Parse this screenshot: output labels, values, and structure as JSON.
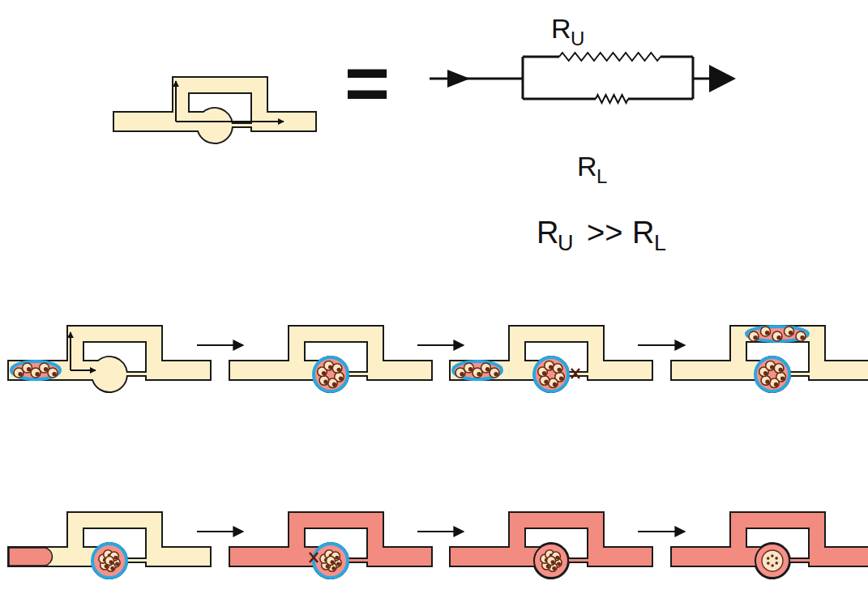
{
  "diagram": {
    "labels": [
      "=",
      "R",
      "U",
      "R",
      "L",
      "R",
      "U",
      ">>",
      "R",
      "L"
    ]
  }
}
